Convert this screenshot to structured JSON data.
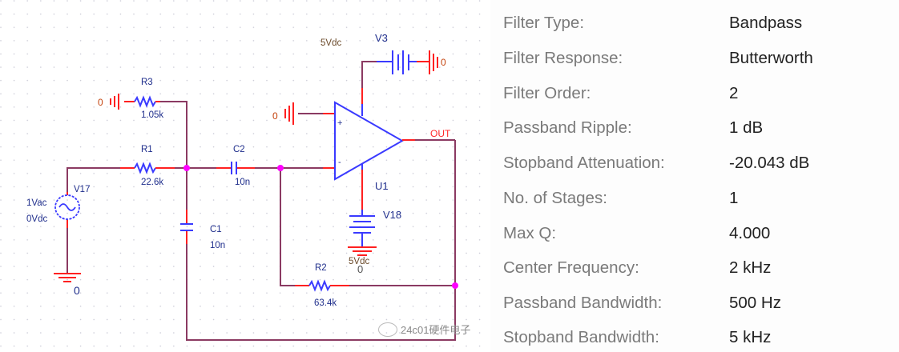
{
  "schematic": {
    "components": {
      "R3": {
        "name": "R3",
        "value": "1.05k"
      },
      "R1": {
        "name": "R1",
        "value": "22.6k"
      },
      "R2": {
        "name": "R2",
        "value": "63.4k"
      },
      "C1": {
        "name": "C1",
        "value": "10n"
      },
      "C2": {
        "name": "C2",
        "value": "10n"
      },
      "V17": {
        "name": "V17",
        "ac": "1Vac",
        "dc": "0Vdc"
      },
      "V3": {
        "name": "V3",
        "value": "5Vdc"
      },
      "V18": {
        "name": "V18",
        "value": "5Vdc"
      },
      "U1": {
        "name": "U1",
        "plus": "+",
        "minus": "-"
      }
    },
    "net_labels": {
      "out": "OUT",
      "ground": "0"
    }
  },
  "specs": [
    {
      "label": "Filter Type:",
      "value": "Bandpass"
    },
    {
      "label": "Filter Response:",
      "value": "Butterworth"
    },
    {
      "label": "Filter Order:",
      "value": "2"
    },
    {
      "label": "Passband Ripple:",
      "value": "1 dB"
    },
    {
      "label": "Stopband Attenuation:",
      "value": "-20.043 dB"
    },
    {
      "label": "No. of Stages:",
      "value": "1"
    },
    {
      "label": "Max Q:",
      "value": "4.000"
    },
    {
      "label": "Center Frequency:",
      "value": "2 kHz"
    },
    {
      "label": "Passband Bandwidth:",
      "value": "500 Hz"
    },
    {
      "label": "Stopband Bandwidth:",
      "value": "5 kHz"
    }
  ],
  "watermark": "24c01硬件电子"
}
